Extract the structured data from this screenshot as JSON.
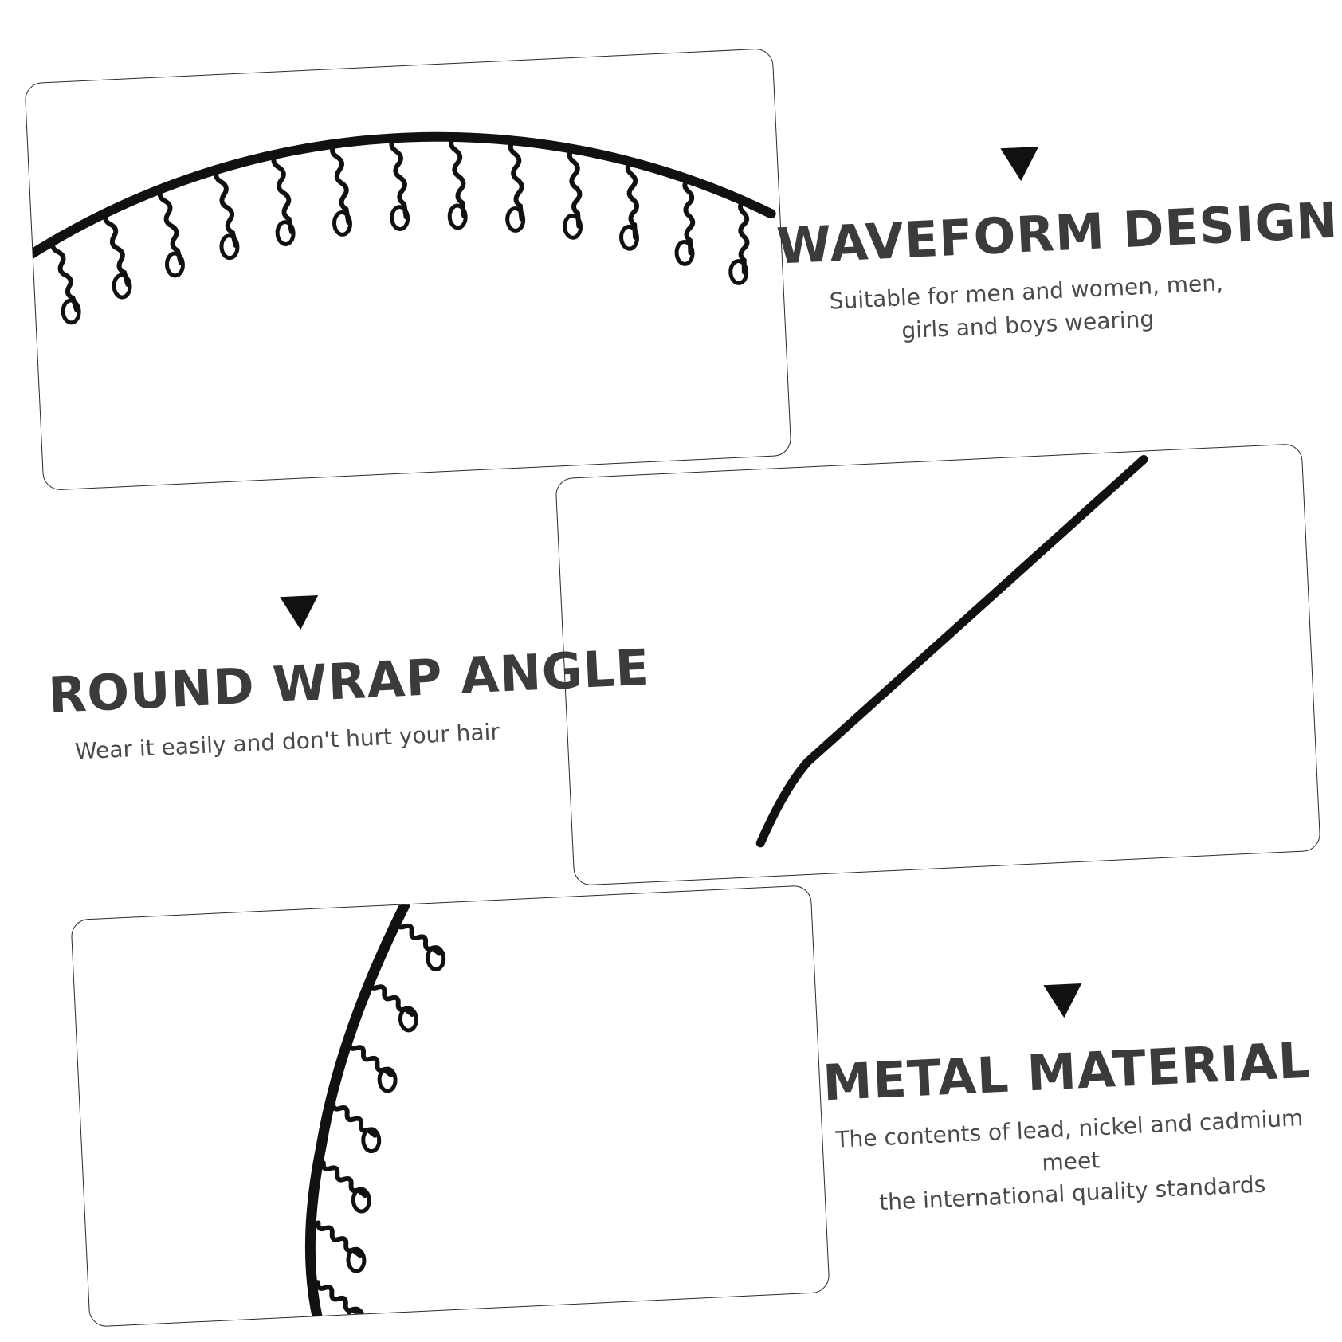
{
  "features": [
    {
      "heading": "WAVEFORM DESIGN",
      "description_line1": "Suitable for men and women, men,",
      "description_line2": "girls and boys wearing"
    },
    {
      "heading": "ROUND WRAP ANGLE",
      "description_line1": "Wear it easily and don't hurt your hair"
    },
    {
      "heading": "METAL MATERIAL",
      "description_line1": "The contents of lead, nickel and cadmium meet",
      "description_line2": "the international quality standards"
    }
  ],
  "colors": {
    "headband": "#111111",
    "heading_text": "#3b3b3b",
    "body_text": "#4a4a4a",
    "panel_border": "#2a2a2a",
    "arrow": "#111111"
  },
  "icons": [
    "down-triangle-icon"
  ]
}
